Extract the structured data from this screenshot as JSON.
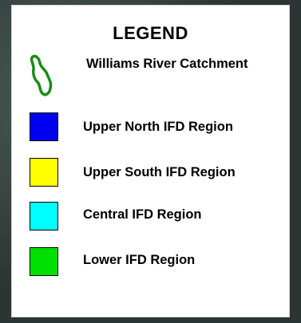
{
  "legend": {
    "title": "LEGEND",
    "catchment": {
      "label": "Williams River Catchment",
      "icon": "catchment-outline-icon",
      "outline_color": "#1a8c1a"
    },
    "items": [
      {
        "label": "Upper North IFD Region",
        "color": "#0000f0"
      },
      {
        "label": "Upper South IFD Region",
        "color": "#ffff00"
      },
      {
        "label": "Central IFD Region",
        "color": "#00ffff"
      },
      {
        "label": "Lower IFD Region",
        "color": "#00e000"
      }
    ]
  }
}
